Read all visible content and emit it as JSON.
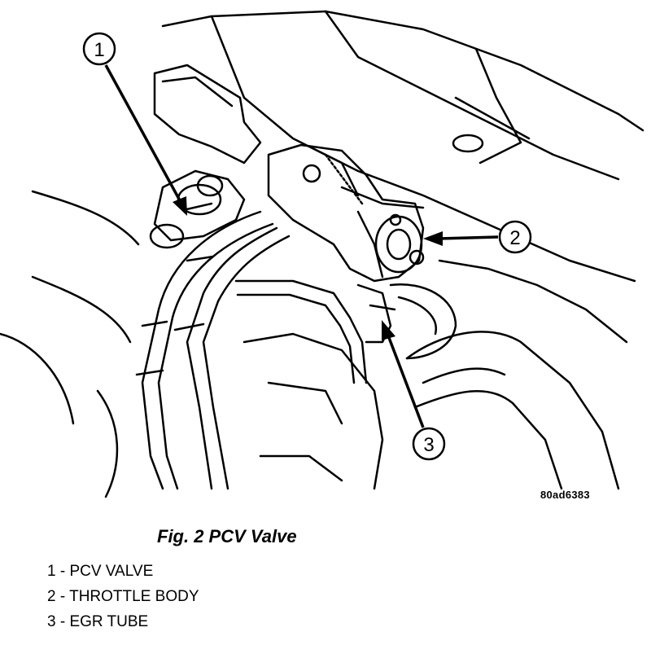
{
  "figure": {
    "id": "80ad6383",
    "caption": "Fig. 2 PCV Valve"
  },
  "callouts": [
    {
      "number": "1",
      "label": "PCV VALVE"
    },
    {
      "number": "2",
      "label": "THROTTLE BODY"
    },
    {
      "number": "3",
      "label": "EGR TUBE"
    }
  ],
  "legend": [
    {
      "text": "1 - PCV VALVE"
    },
    {
      "text": "2 - THROTTLE BODY"
    },
    {
      "text": "3 - EGR TUBE"
    }
  ]
}
